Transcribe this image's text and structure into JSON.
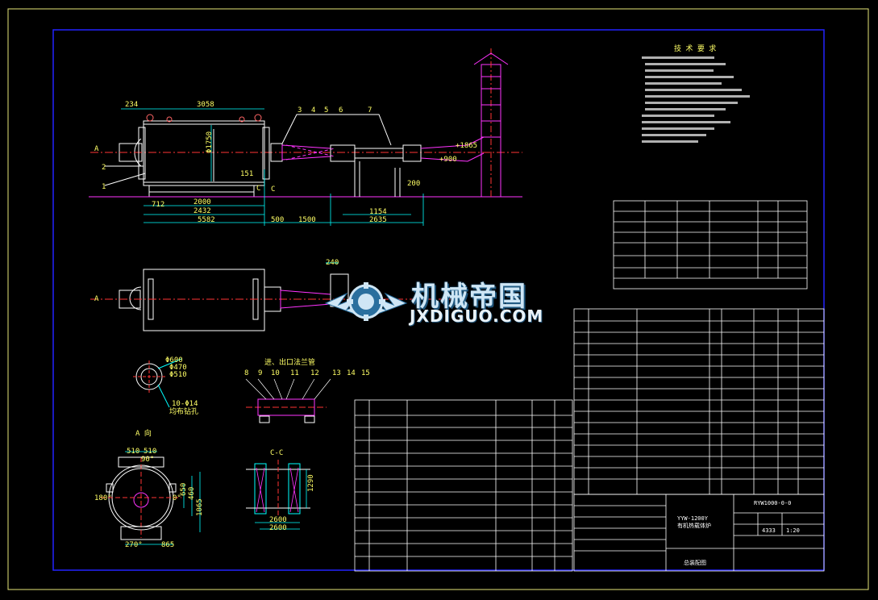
{
  "drawing": {
    "dims": {
      "d234": "234",
      "d3058": "3058",
      "d1750": "Φ1750",
      "d151": "151",
      "d2000": "2000",
      "d712": "712",
      "d2432": "2432",
      "d5582": "5582",
      "d500": "500",
      "d1500": "1500",
      "d1154": "1154",
      "d2635": "2635",
      "d200": "200",
      "d1865": "+1865",
      "d900": "+900",
      "d240": "240",
      "d470": "Φ470",
      "d510": "Φ510",
      "d600": "Φ600",
      "d510a": "510",
      "d510b": "510",
      "d90": "90°",
      "d180": "180°",
      "d270": "270°",
      "d0": "0°",
      "d865": "865",
      "d650": "650",
      "d460": "460",
      "d1065": "1065",
      "d2600": "2600",
      "d1290": "1290"
    },
    "section_labels": {
      "A": "A",
      "A2": "A",
      "C": "C",
      "C2": "C",
      "view_a": "A 向",
      "view_cc": "C-C",
      "inlet_outlet": "进、出口法兰管"
    },
    "part_numbers": [
      "3",
      "4",
      "5",
      "6",
      "7",
      "1",
      "2",
      "8",
      "9",
      "10",
      "11",
      "12",
      "13",
      "14",
      "15"
    ],
    "hole_note": "10-Φ14",
    "hole_note2": "均布钻孔",
    "tech_req_title": "技 术 要 求"
  },
  "title_block": {
    "drawing_no": "RYW1000-0-0",
    "scale": "1:20",
    "weight": "4333",
    "product_name": "YYW-1200Y",
    "product_subtitle": "有机热载体炉",
    "assembly": "总装配图"
  },
  "watermark": {
    "cn": "机械帝国",
    "en": "JXDIGUO.COM"
  },
  "colors": {
    "frame_outer": "#ffff66",
    "frame_inner": "#1a1aff",
    "table": "#ffffff",
    "dim": "#00ffff",
    "part": "#ffffff",
    "center": "#ff3333",
    "pipe": "#ff33ff",
    "text": "#ffff66"
  }
}
